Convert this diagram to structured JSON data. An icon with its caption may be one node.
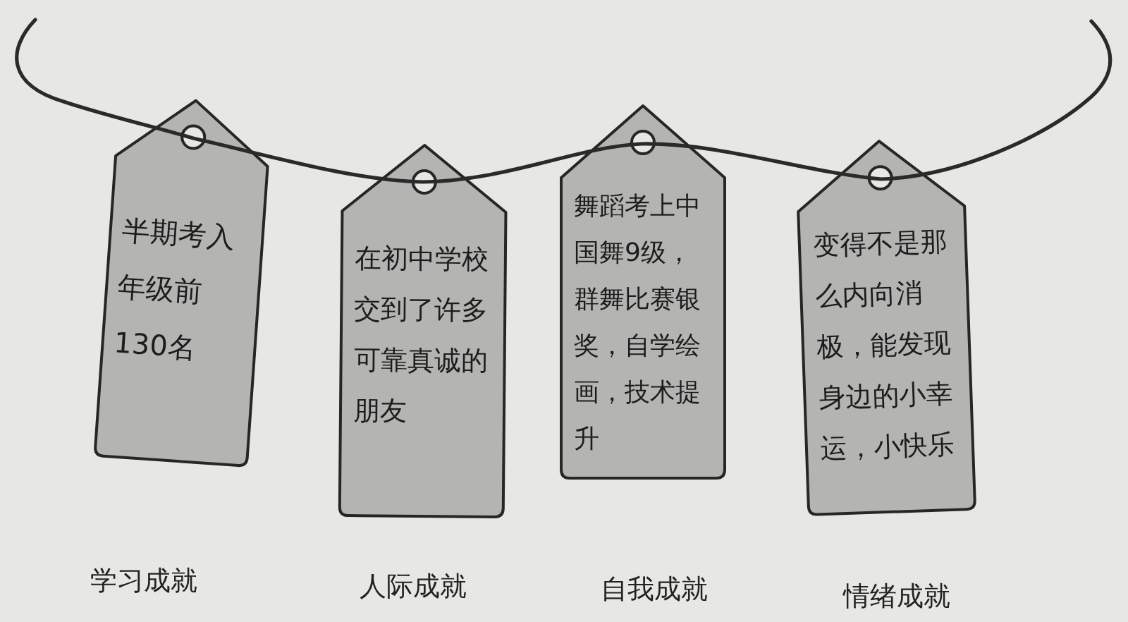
{
  "diagram": {
    "nodes": [
      {
        "text": [
          "半期考入年级前130名"
        ],
        "beside": [
          "学习成就"
        ]
      },
      {
        "text": [
          "在初中学校交到了许多可靠真诚的朋友"
        ],
        "beside": [
          "人际成就"
        ]
      },
      {
        "text": [
          "舞蹈考上中国舞9级，群舞比赛银奖，自学绘画，技术提升"
        ],
        "beside": [
          "自我成就"
        ]
      },
      {
        "text": [
          "变得不是那么内向消极，能发现身边的小幸运，小快乐"
        ],
        "beside": [
          "情绪成就"
        ]
      }
    ]
  }
}
